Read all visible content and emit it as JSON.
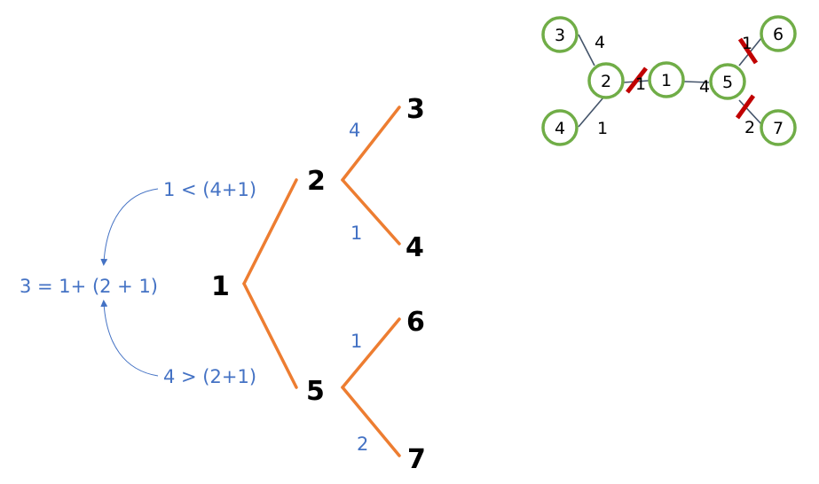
{
  "colors": {
    "tree_edge": "#ed7d31",
    "formula_text": "#4472c4",
    "node_ring": "#70ad47",
    "graph_edge": "#44546a",
    "cut_mark": "#c00000"
  },
  "tree": {
    "nodes": [
      "1",
      "2",
      "5",
      "3",
      "4",
      "6",
      "7"
    ],
    "edge_weights": [
      "4",
      "1",
      "1",
      "2"
    ]
  },
  "annotations": {
    "top": "1 < (4+1)",
    "main": "3 = 1+ (2 + 1)",
    "bottom": "4 > (2+1)"
  },
  "graph": {
    "nodes": [
      "3",
      "2",
      "4",
      "1",
      "5",
      "6",
      "7"
    ],
    "edge_weights": [
      "4",
      "1",
      "1",
      "4",
      "1",
      "2"
    ]
  }
}
